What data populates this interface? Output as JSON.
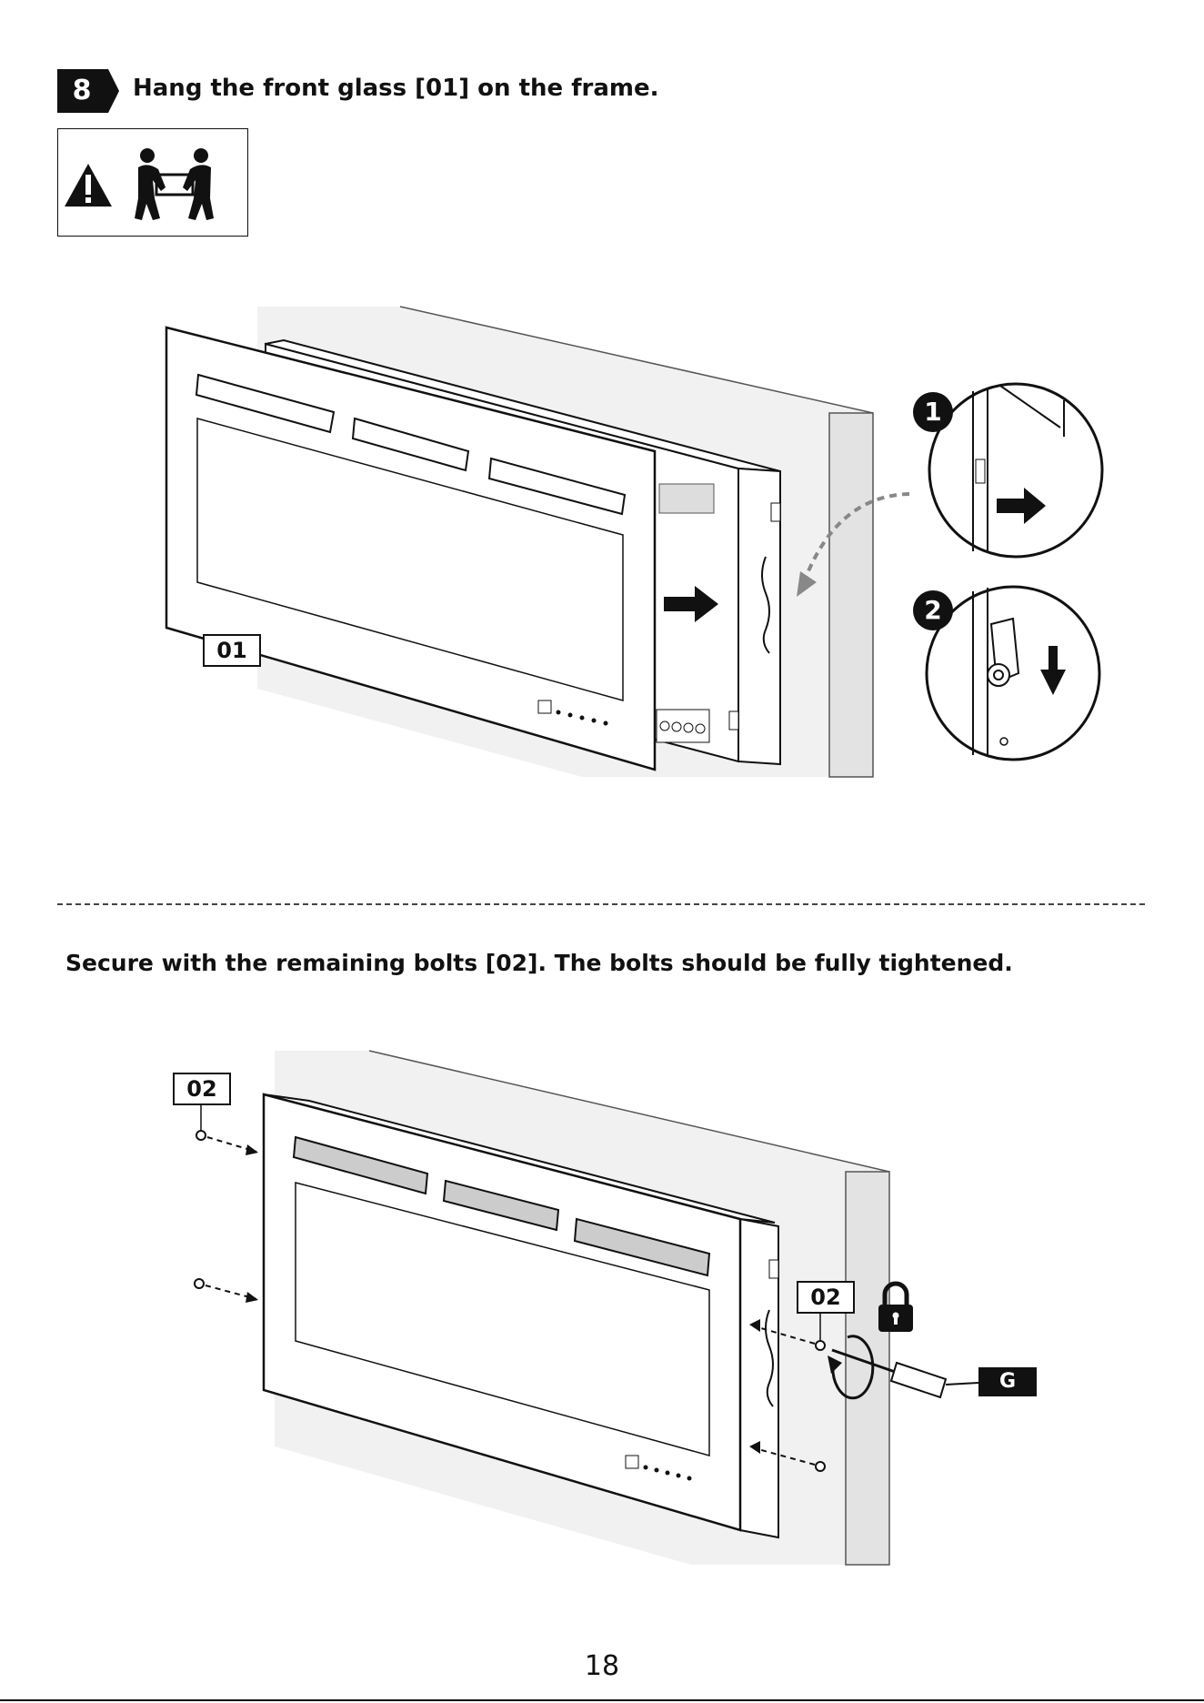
{
  "step": {
    "number": "8",
    "title": "Hang the front glass [01] on the frame.",
    "warning_icon": "warning-triangle-icon",
    "team_lift_icon": "two-person-lift-icon"
  },
  "figure_1": {
    "part_label": "01",
    "callouts": [
      "1",
      "2"
    ]
  },
  "step_sub": {
    "text": "Secure with the remaining bolts [02]. The bolts should be fully tightened."
  },
  "figure_2": {
    "bolt_label_left": "02",
    "bolt_label_right": "02",
    "tool_label": "G",
    "lock_icon": "padlock-icon"
  },
  "footer": {
    "page_number": "18"
  }
}
